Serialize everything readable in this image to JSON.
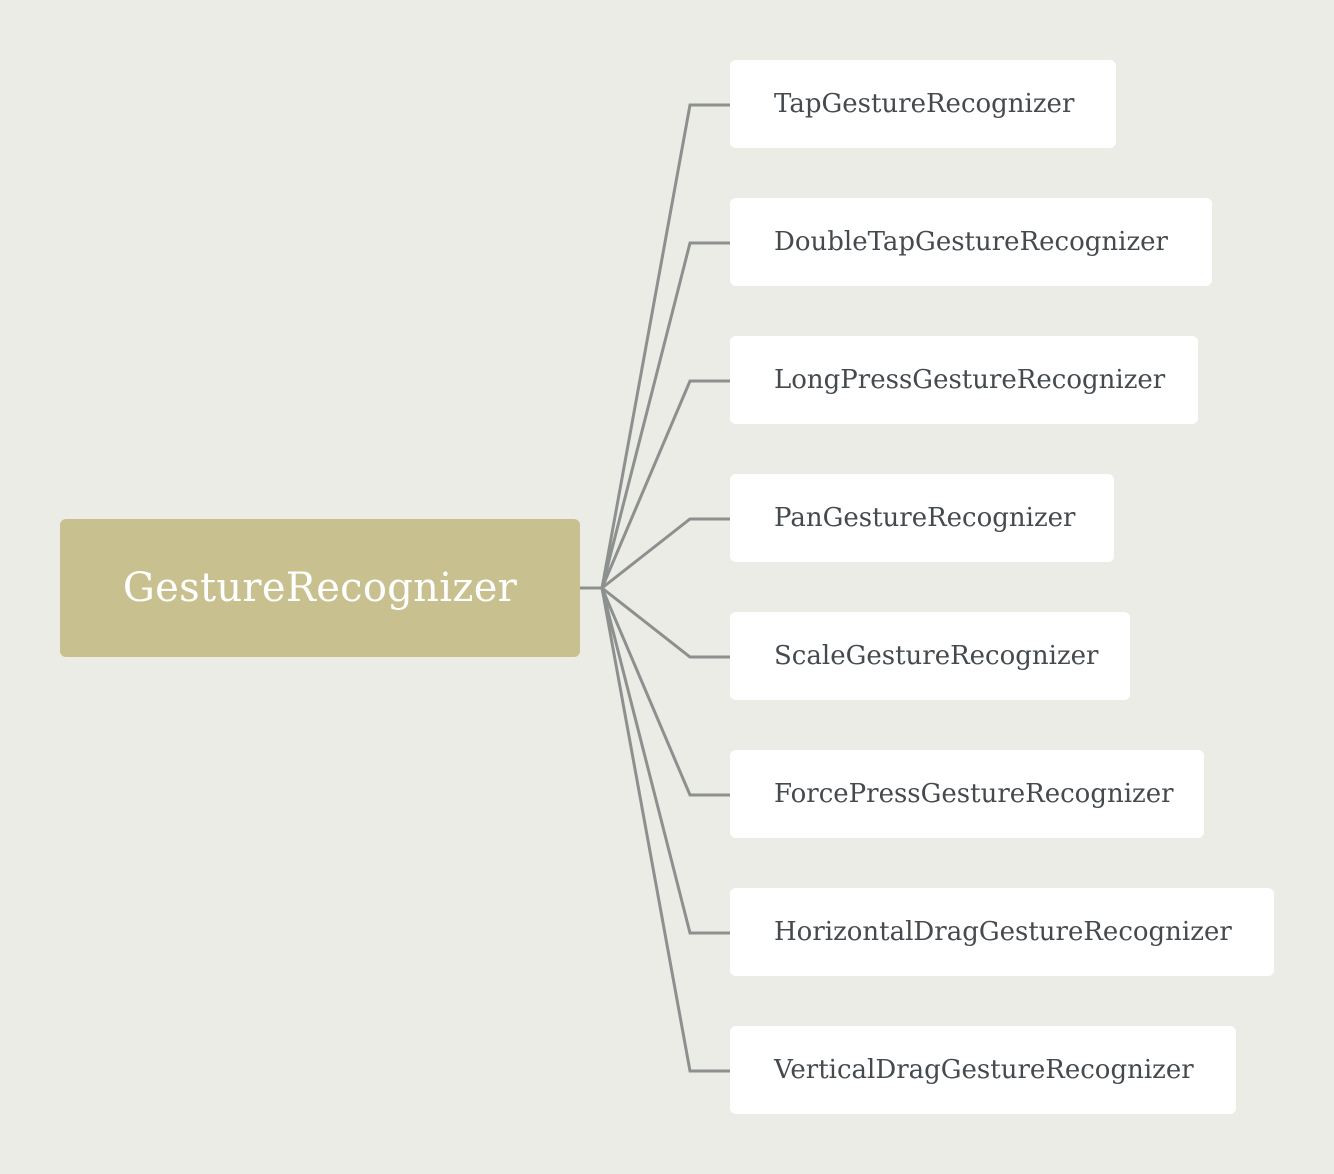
{
  "colors": {
    "background": "#ecece6",
    "root_fill": "#c9c090",
    "root_text": "#ffffff",
    "child_fill": "#ffffff",
    "child_text": "#444a4e",
    "connector": "#8c908f"
  },
  "root": {
    "label": "GestureRecognizer"
  },
  "children": [
    {
      "label": "TapGestureRecognizer"
    },
    {
      "label": "DoubleTapGestureRecognizer"
    },
    {
      "label": "LongPressGestureRecognizer"
    },
    {
      "label": "PanGestureRecognizer"
    },
    {
      "label": "ScaleGestureRecognizer"
    },
    {
      "label": "ForcePressGestureRecognizer"
    },
    {
      "label": "HorizontalDragGestureRecognizer"
    },
    {
      "label": "VerticalDragGestureRecognizer"
    }
  ]
}
